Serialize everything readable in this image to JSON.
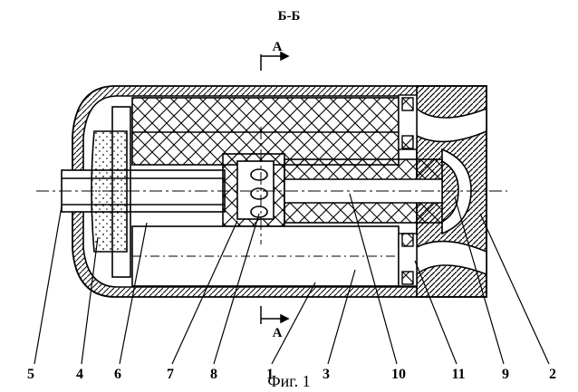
{
  "section_title": "Б-Б",
  "caption": "Фиг. 1",
  "section_marks": {
    "top": "А",
    "bottom": "А"
  },
  "callouts": [
    "5",
    "4",
    "6",
    "7",
    "8",
    "1",
    "3",
    "10",
    "11",
    "9",
    "2"
  ]
}
